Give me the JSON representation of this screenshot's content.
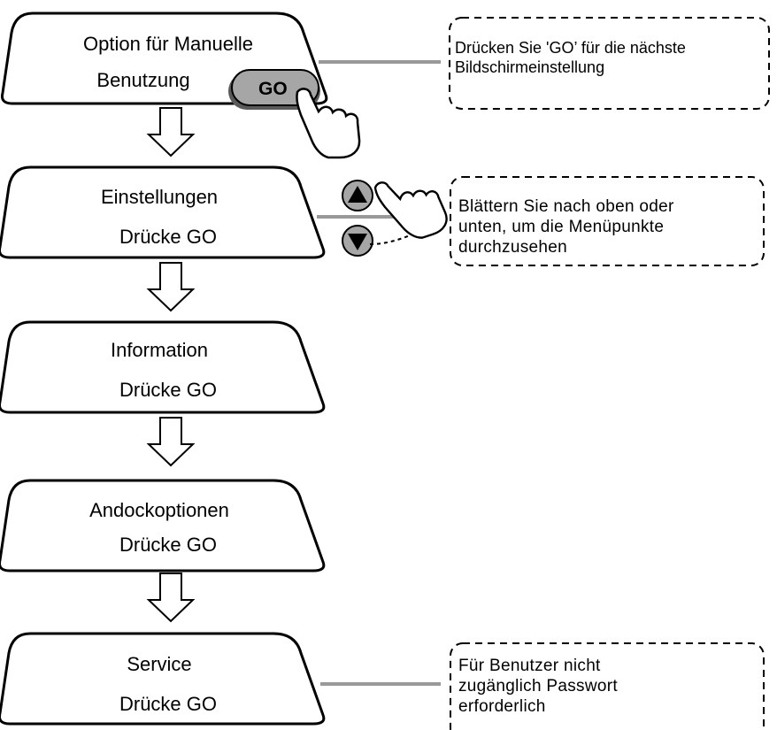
{
  "steps": [
    {
      "line1": "Option für Manuelle",
      "line2": "Benutzung"
    },
    {
      "line1": "Einstellungen",
      "line2": "Drücke GO"
    },
    {
      "line1": "Information",
      "line2": "Drücke GO"
    },
    {
      "line1": "Andockoptionen",
      "line2": "Drücke GO"
    },
    {
      "line1": "Service",
      "line2": "Drücke GO"
    }
  ],
  "go_button": {
    "label": "GO"
  },
  "notes": {
    "go": [
      "Drücken Sie 'GO’ für die nächste",
      "Bildschirmeinstellung"
    ],
    "scroll": [
      "Blättern Sie nach oben oder",
      "unten, um die Menüpunkte",
      "durchzusehen"
    ],
    "service": [
      "Für Benutzer nicht",
      "zugänglich Passwort",
      "erforderlich"
    ]
  },
  "icons": [
    "go-button-icon",
    "hand-pointer-icon",
    "arrow-up-button-icon",
    "arrow-down-button-icon",
    "down-arrow-icon"
  ],
  "colors": {
    "connector": "#999999",
    "button_fill": "#a6a6a6",
    "stroke": "#000000",
    "background": "#ffffff"
  }
}
